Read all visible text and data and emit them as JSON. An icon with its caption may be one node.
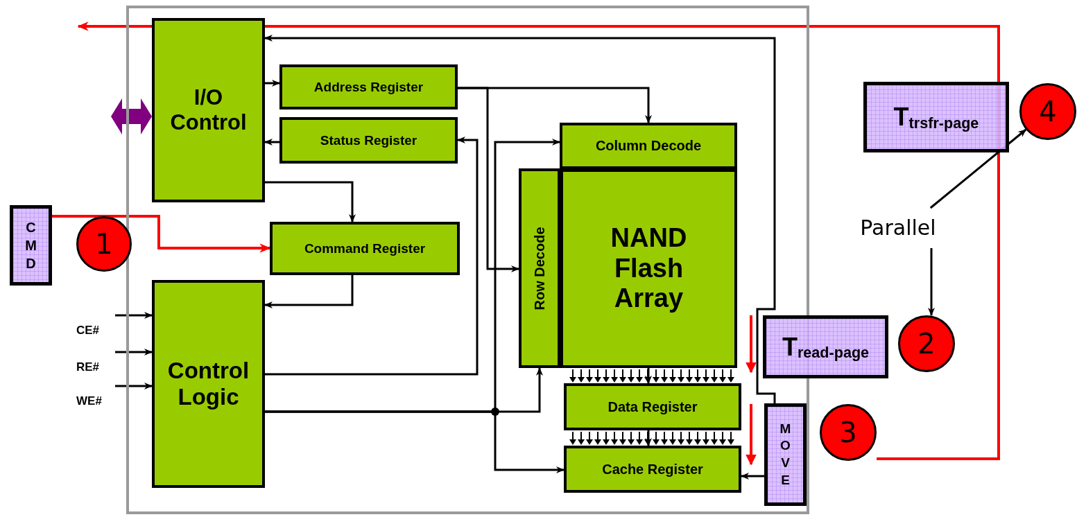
{
  "diagram": {
    "nodes": [
      {
        "text": [],
        "shape": "box"
      },
      {
        "text": [
          "I/O Control"
        ],
        "in": 0
      },
      {
        "text": [
          "Address Register"
        ],
        "in": 0
      },
      {
        "text": [
          "Status Register"
        ],
        "in": 0
      },
      {
        "text": [
          "Command Register"
        ],
        "in": 0
      },
      {
        "text": [
          "Control Logic"
        ],
        "in": 0
      },
      {
        "text": [
          "Column Decode"
        ],
        "in": 0
      },
      {
        "text": [
          "Row Decode"
        ],
        "in": 0
      },
      {
        "text": [
          "NAND Flash Array"
        ],
        "in": 0
      },
      {
        "text": [
          "Data Register"
        ],
        "in": 0
      },
      {
        "text": [
          "Cache Register"
        ],
        "in": 0
      },
      {
        "text": [
          "CMD"
        ]
      },
      {
        "text": [
          "1"
        ]
      },
      {
        "text": [
          "T$_{read-page}$"
        ]
      },
      {
        "text": [
          "2"
        ]
      },
      {
        "text": [
          "MOVE"
        ],
        "in": 0
      },
      {
        "text": [
          "3"
        ]
      },
      {
        "text": [
          "T$_{trsfr-page}$"
        ]
      },
      {
        "text": [
          "4"
        ]
      },
      {
        "text": [
          "Parallel"
        ]
      },
      {
        "text": [
          "CE#"
        ]
      },
      {
        "text": [
          "RE#"
        ]
      },
      {
        "text": [
          "WE#"
        ]
      }
    ],
    "edges": [
      {
        "from": 1,
        "to": 2,
        "arrow": "to"
      },
      {
        "from": 3,
        "to": 1,
        "arrow": "to"
      },
      {
        "from": 1,
        "to": 4,
        "arrow": "to"
      },
      {
        "from": 4,
        "to": 5,
        "arrow": "to"
      },
      {
        "from": 2,
        "to": 6,
        "arrow": "to"
      },
      {
        "from": 2,
        "to": 7,
        "arrow": "to"
      },
      {
        "from": 5,
        "to": 3,
        "arrow": "to"
      },
      {
        "from": 5,
        "to": 7,
        "arrow": "to"
      },
      {
        "from": 5,
        "to": 6,
        "arrow": "to"
      },
      {
        "from": 5,
        "to": 10,
        "arrow": "to"
      },
      {
        "from": 8,
        "to": 9,
        "arrow": "to"
      },
      {
        "from": 9,
        "to": 10,
        "arrow": "to"
      },
      {
        "from": 15,
        "to": 10,
        "arrow": "to"
      },
      {
        "from": 15,
        "to": 1,
        "arrow": "to"
      },
      {
        "from": 11,
        "to": 4,
        "arrow": "to",
        "color": "#ff0000"
      },
      {
        "from": 16,
        "to": null,
        "arrow": "to",
        "color": "#ff0000"
      },
      {
        "from": 19,
        "to": 18,
        "arrow": "to"
      },
      {
        "from": 19,
        "to": 14,
        "arrow": "to"
      },
      {
        "from": 20,
        "to": 5,
        "arrow": "to"
      },
      {
        "from": 21,
        "to": 5,
        "arrow": "to"
      },
      {
        "from": 22,
        "to": 5,
        "arrow": "to"
      },
      {
        "from": null,
        "to": 1,
        "arrow": "both",
        "style": "thick",
        "color": "#800080"
      }
    ]
  }
}
